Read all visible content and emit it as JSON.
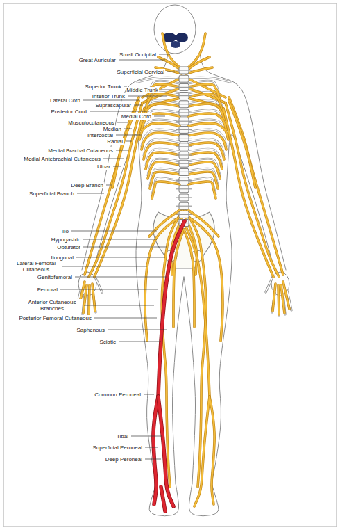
{
  "diagram": {
    "labels": [
      "Small Occipital",
      "Great Auricular",
      "Superficial Cervical",
      "Superior Trunk",
      "Middle Trunk",
      "Interior Trunk",
      "Suprascapular",
      "Lateral Cord",
      "Posterior Cord",
      "Medial Cord",
      "Musculocutaneous",
      "Median",
      "Intercostal",
      "Radial",
      "Medial Brachal Cutaneous",
      "Medial Antebrachial Cutaneous",
      "Ulnar",
      "Deep Branch",
      "Superficial Branch",
      "Ilio",
      "Hypogastric",
      "Obturator",
      "Ilongunal",
      "Lateral Femoral Cutaneous",
      "Genitofemoral",
      "Femoral",
      "Anterior Cutaneous Branches",
      "Posterior Femoral Cutaneous",
      "Saphenous",
      "Sciatic",
      "Common Peroneal",
      "Tibal",
      "Superficial Peroneal",
      "Deep Peroneal"
    ]
  }
}
